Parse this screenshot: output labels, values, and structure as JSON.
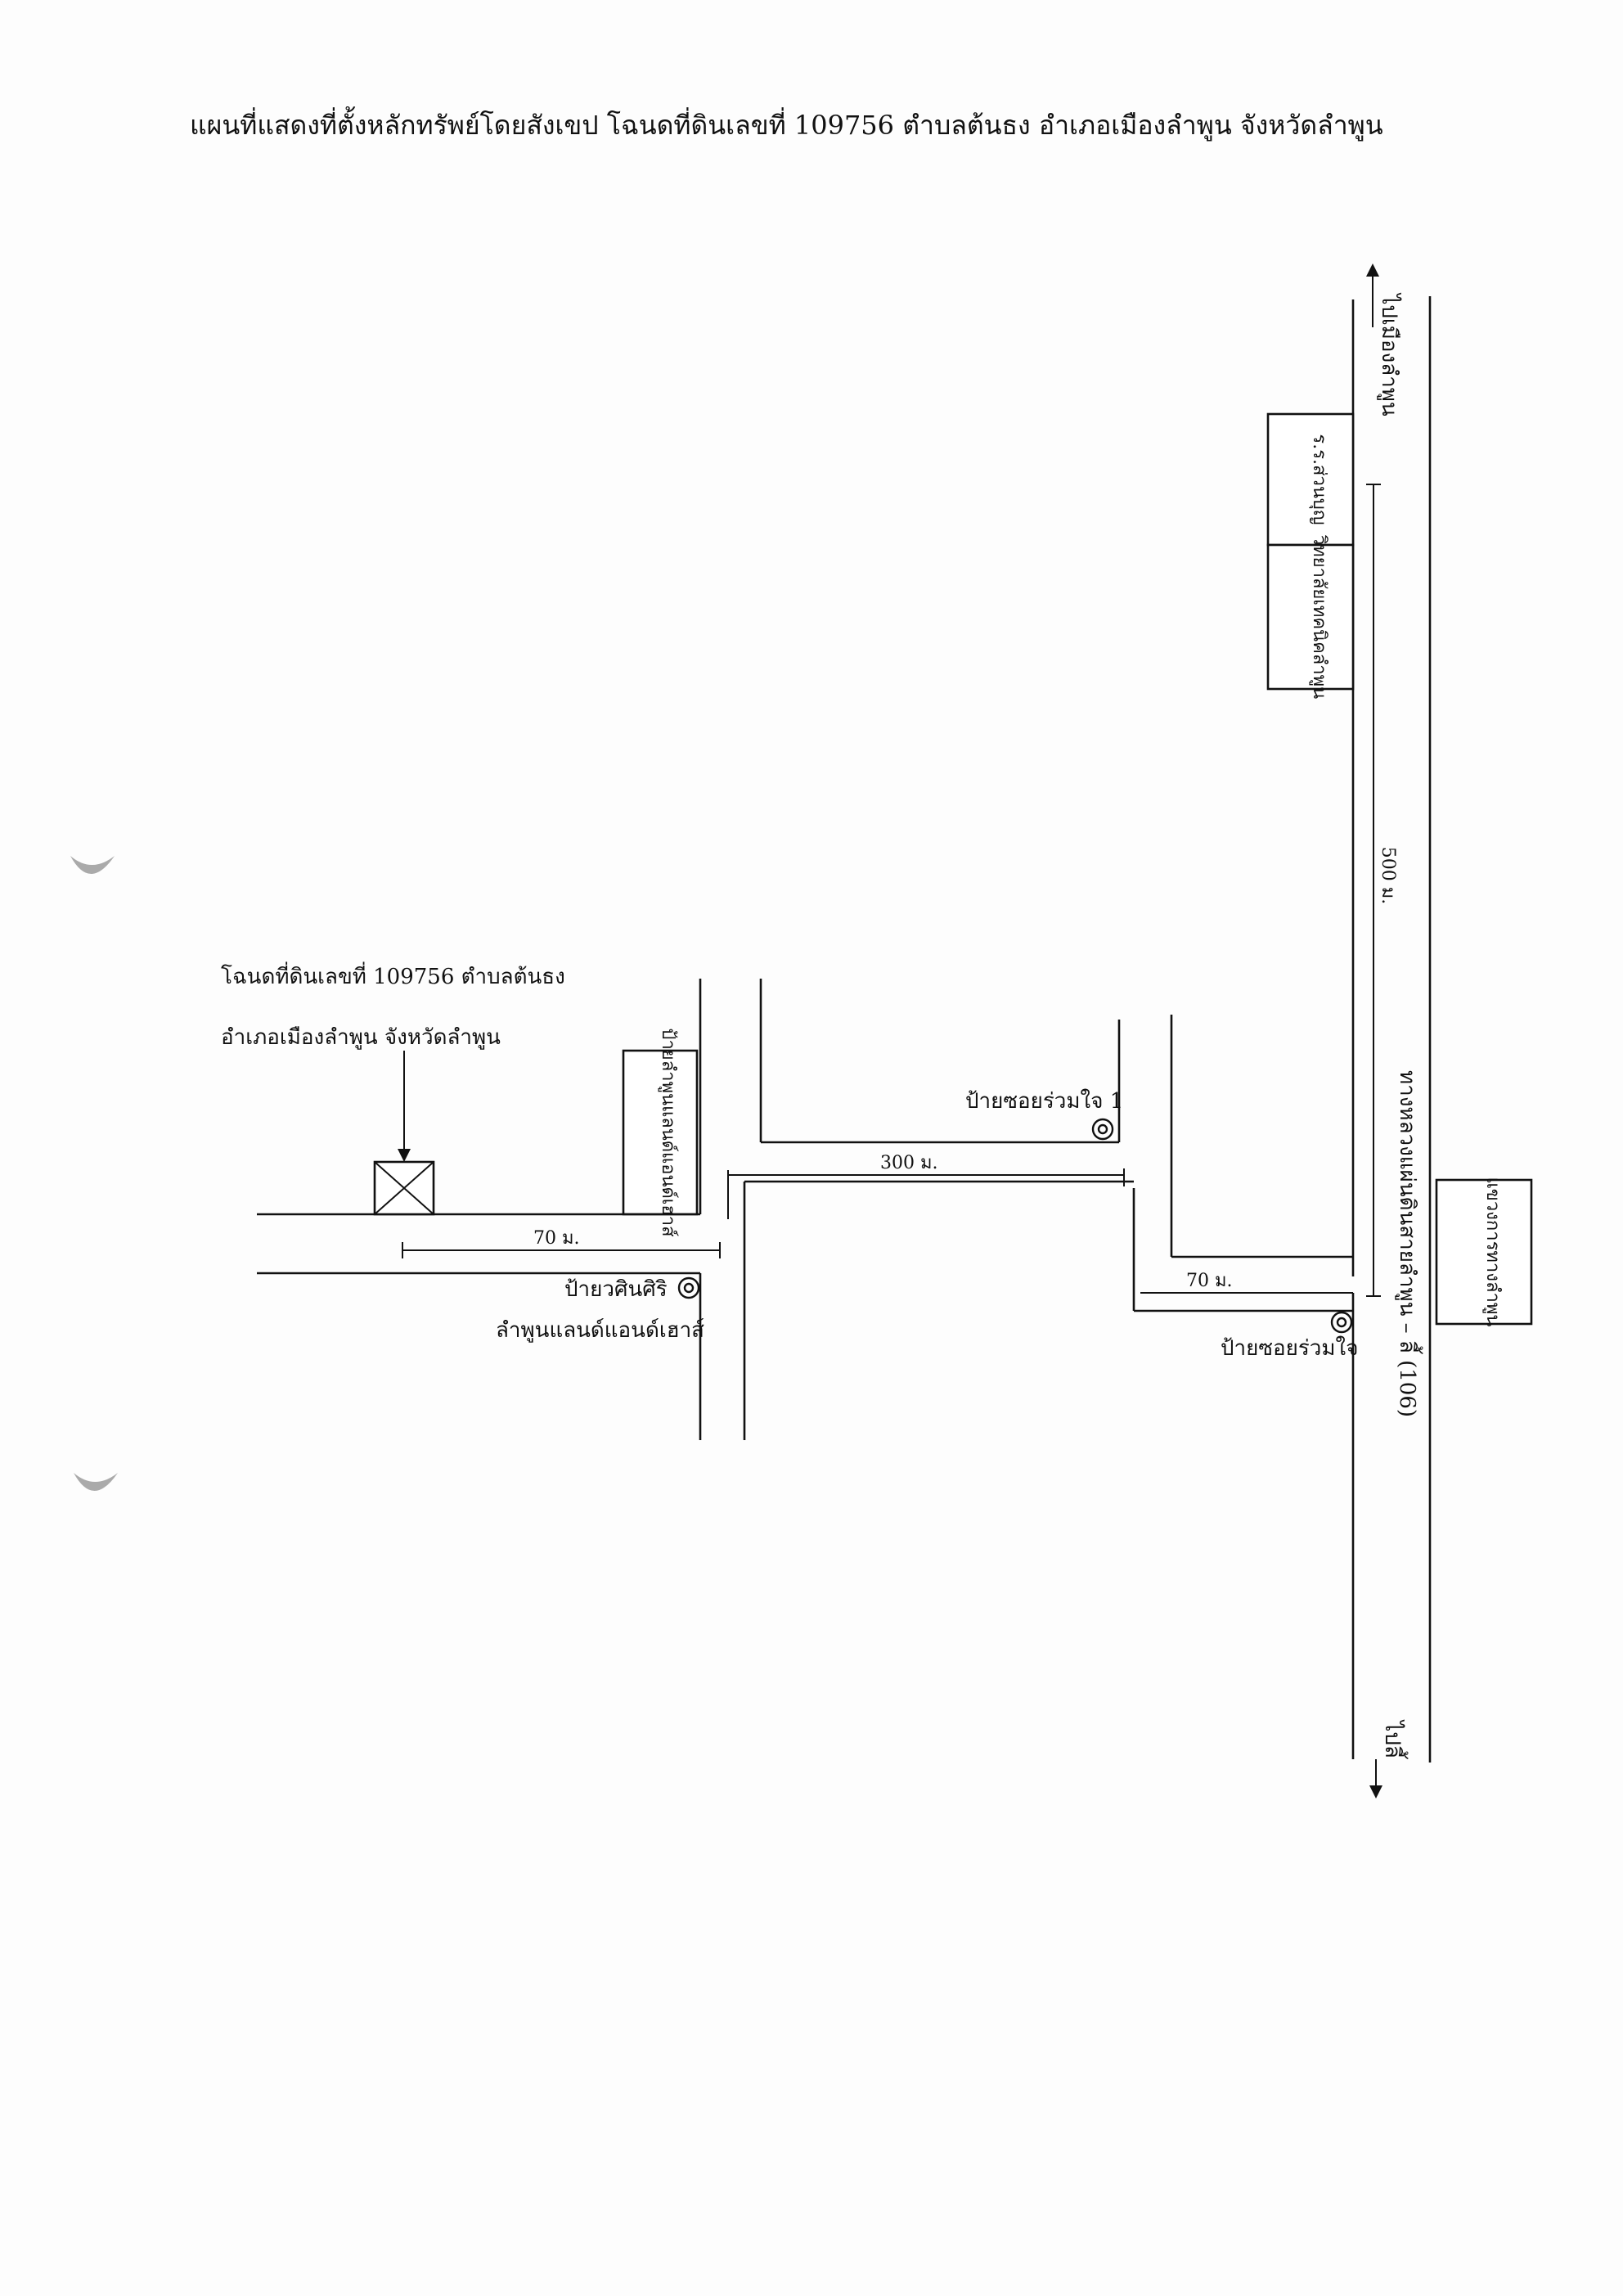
{
  "title": "แผนที่แสดงที่ตั้งหลักทรัพย์โดยสังเขป โฉนดที่ดินเลขที่ 109756 ตำบลต้นธง อำเภอเมืองลำพูน จังหวัดลำพูน",
  "property": {
    "label_line1": "โฉนดที่ดินเลขที่ 109756 ตำบลต้นธง",
    "label_line2": "อำเภอเมืองลำพูน จังหวัดลำพูน"
  },
  "main_road": {
    "name": "ทางหลวงแผ่นดินสายลำพูน – ลี้ (106)",
    "distance": "500 ม."
  },
  "directions": {
    "north": "ไปเมืองลำพูน",
    "south": "ไปลี้"
  },
  "landmarks": {
    "school": "ร.ร.ส่วนบุญ",
    "vocational_college": "วิทยาลัยเทคนิคลำพูน",
    "highway_district": "แขวงการทางลำพูน",
    "sign_box": "ป้ายลำพูนแลนด์แอนด์เฮาส์"
  },
  "signs": {
    "ruamjai_1": "ป้ายซอยร่วมใจ 1",
    "ruamjai": "ป้ายซอยร่วมใจ",
    "sinsiri_line1": "ป้ายวศินศิริ",
    "sinsiri_line2": "ลำพูนแลนด์แอนด์เฮาส์"
  },
  "distances": {
    "lower_left": "70 ม.",
    "middle": "300 ม.",
    "lower_right": "70 ม."
  }
}
